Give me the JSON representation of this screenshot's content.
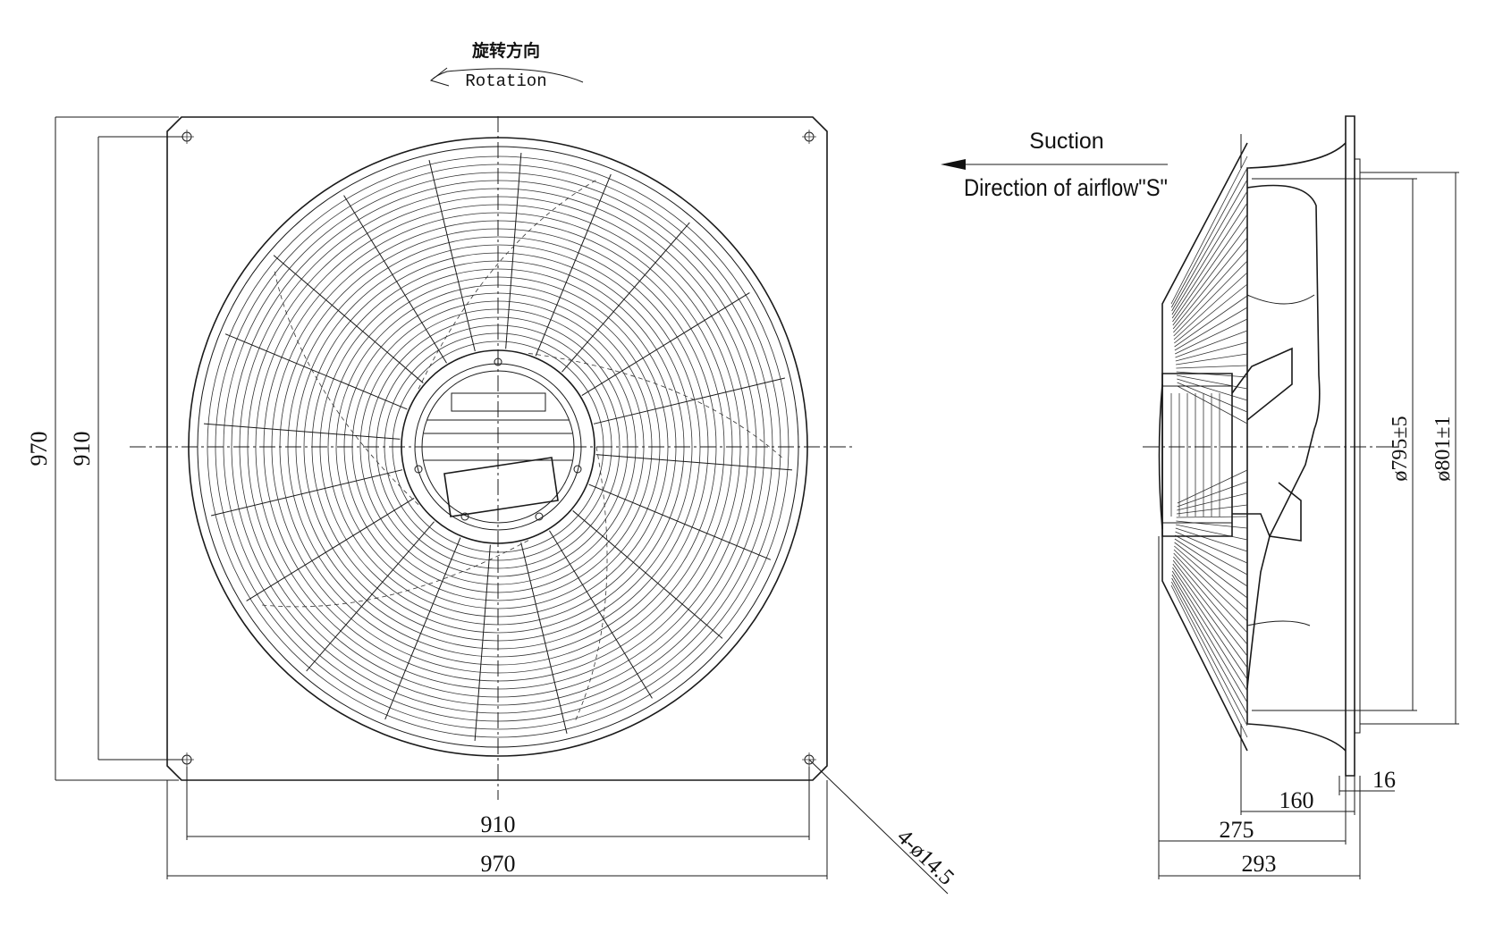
{
  "rotation": {
    "label_cn": "旋转方向",
    "label_en": "Rotation"
  },
  "airflow": {
    "suction_label": "Suction",
    "direction_label": "Direction of airflow\"S\""
  },
  "front_view": {
    "height_outer": "970",
    "height_inner": "910",
    "width_inner": "910",
    "width_outer": "970",
    "holes_label": "4-ø14.5"
  },
  "side_view": {
    "diameter_inner": "ø795±5",
    "diameter_outer": "ø801±1",
    "depth_16": "16",
    "depth_160": "160",
    "depth_275": "275",
    "depth_293": "293"
  }
}
